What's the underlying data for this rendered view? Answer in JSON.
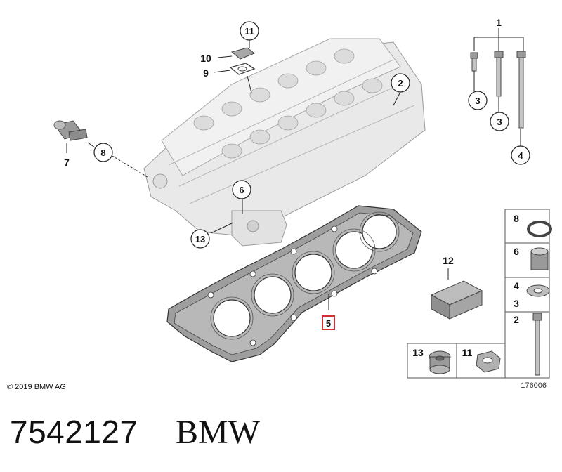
{
  "callouts": {
    "c11": "11",
    "c10": "10",
    "c9": "9",
    "c2": "2",
    "c1": "1",
    "c3a": "3",
    "c3b": "3",
    "c4": "4",
    "c8": "8",
    "c7": "7",
    "c6": "6",
    "c13": "13",
    "c5": "5",
    "c12": "12"
  },
  "legend": {
    "r1": "8",
    "r2": "6",
    "r3a": "4",
    "r3b": "3",
    "r4": "2",
    "b1": "13",
    "b2": "11"
  },
  "figure_number": "176006",
  "copyright": "© 2019 BMW AG",
  "footer": {
    "part_number": "7542127",
    "brand": "BMW"
  },
  "colors": {
    "highlight": "#d32f2f",
    "line": "#222222",
    "part_fill": "#e6e6e6"
  }
}
